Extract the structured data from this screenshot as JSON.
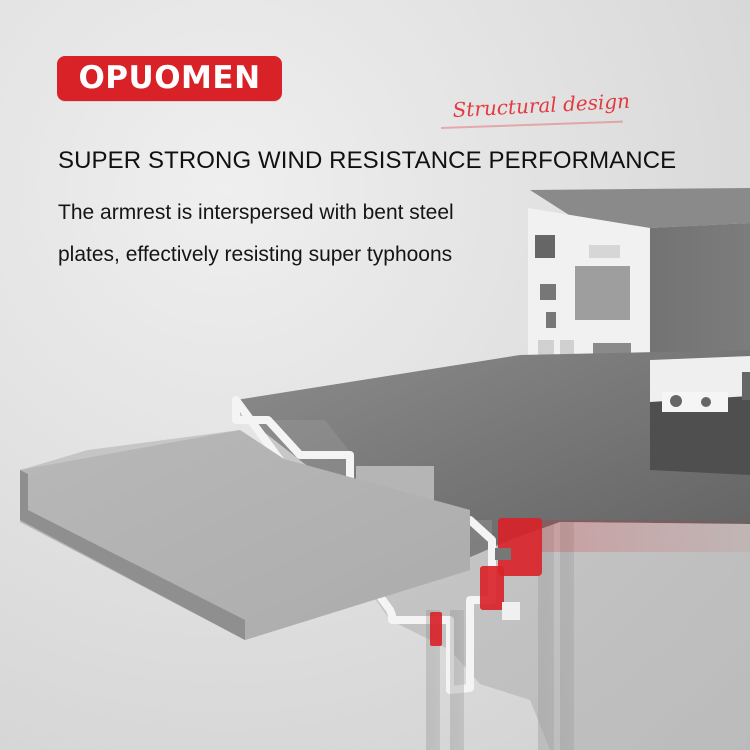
{
  "brand": {
    "name": "OPUOMEN",
    "accent": "#d92128"
  },
  "tagline": {
    "script": "Structural design"
  },
  "headline": "SUPER STRONG WIND RESISTANCE PERFORMANCE",
  "description": {
    "line1": "The armrest is interspersed with bent steel",
    "line2": "plates, effectively resisting super typhoons"
  },
  "colors": {
    "background": "#d9d9d9",
    "profile_dark": "#555555",
    "profile_mid": "#6f6f6f",
    "profile_light": "#d4d4d4",
    "aluminum_white": "#f5f5f5",
    "accent_red": "#d92128"
  }
}
